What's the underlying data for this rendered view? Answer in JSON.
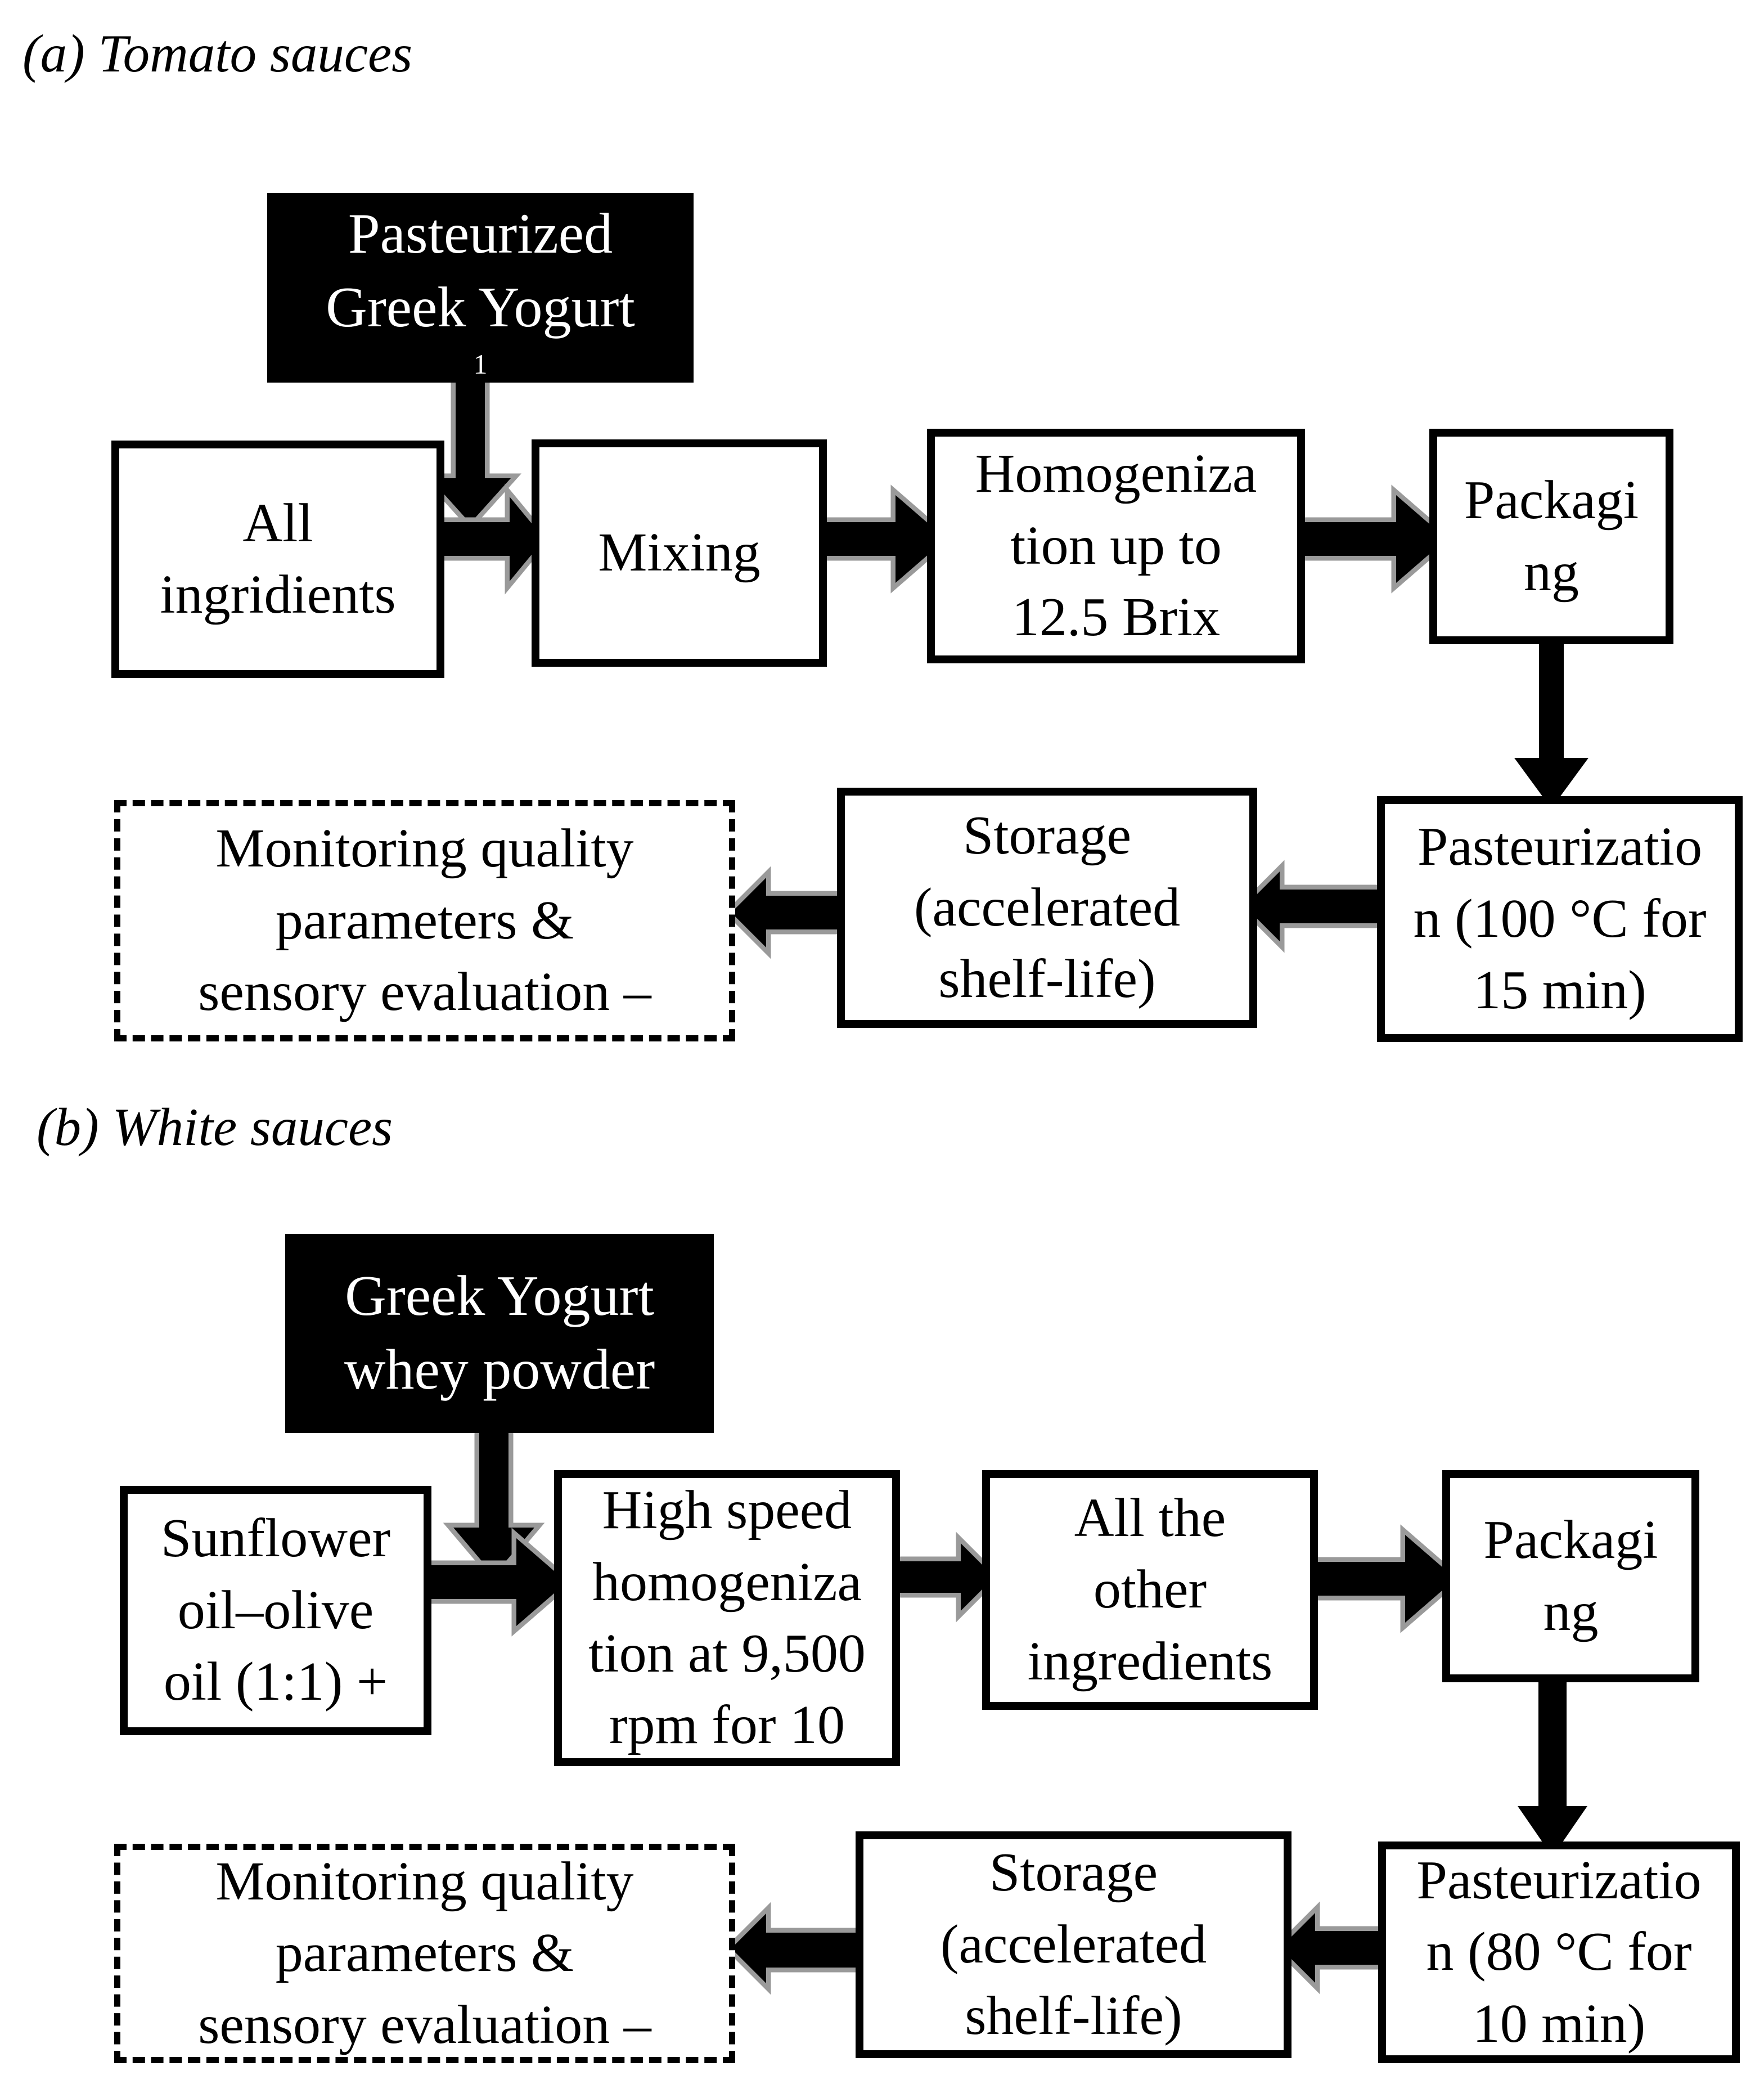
{
  "figure": {
    "colors": {
      "background": "#ffffff",
      "box_border": "#000000",
      "dark_box_fill": "#000000",
      "dark_box_text": "#ffffff",
      "arrow_fill": "#000000",
      "arrow_shadow": "#9a9a9a"
    },
    "section_a": {
      "title": "(a) Tomato sauces",
      "yogurt_box": "Pasteurized\nGreek Yogurt",
      "yogurt_footnote": "1",
      "all_ingredients": "All\ningridients",
      "mixing": "Mixing",
      "homogenization": "Homogeniza\ntion up to\n12.5 Brix",
      "packaging": "Packagi\nng",
      "pasteurization": "Pasteurizatio\nn (100 °C for\n15 min)",
      "storage": "Storage\n(accelerated\nshelf-life)",
      "monitoring": "Monitoring quality\nparameters &\nsensory evaluation –"
    },
    "section_b": {
      "title": "(b) White sauces",
      "whey_box": "Greek Yogurt\nwhey powder",
      "oil_blend": "Sunflower\noil–olive\noil (1:1) +",
      "high_speed_homogenization": "High speed\nhomogeniza\ntion at 9,500\nrpm for 10",
      "other_ingredients": "All the\nother\ningredients",
      "packaging": "Packagi\nng",
      "pasteurization": "Pasteurizatio\nn (80 °C for\n10 min)",
      "storage": "Storage\n(accelerated\nshelf-life)",
      "monitoring": "Monitoring quality\nparameters &\nsensory evaluation –"
    }
  }
}
